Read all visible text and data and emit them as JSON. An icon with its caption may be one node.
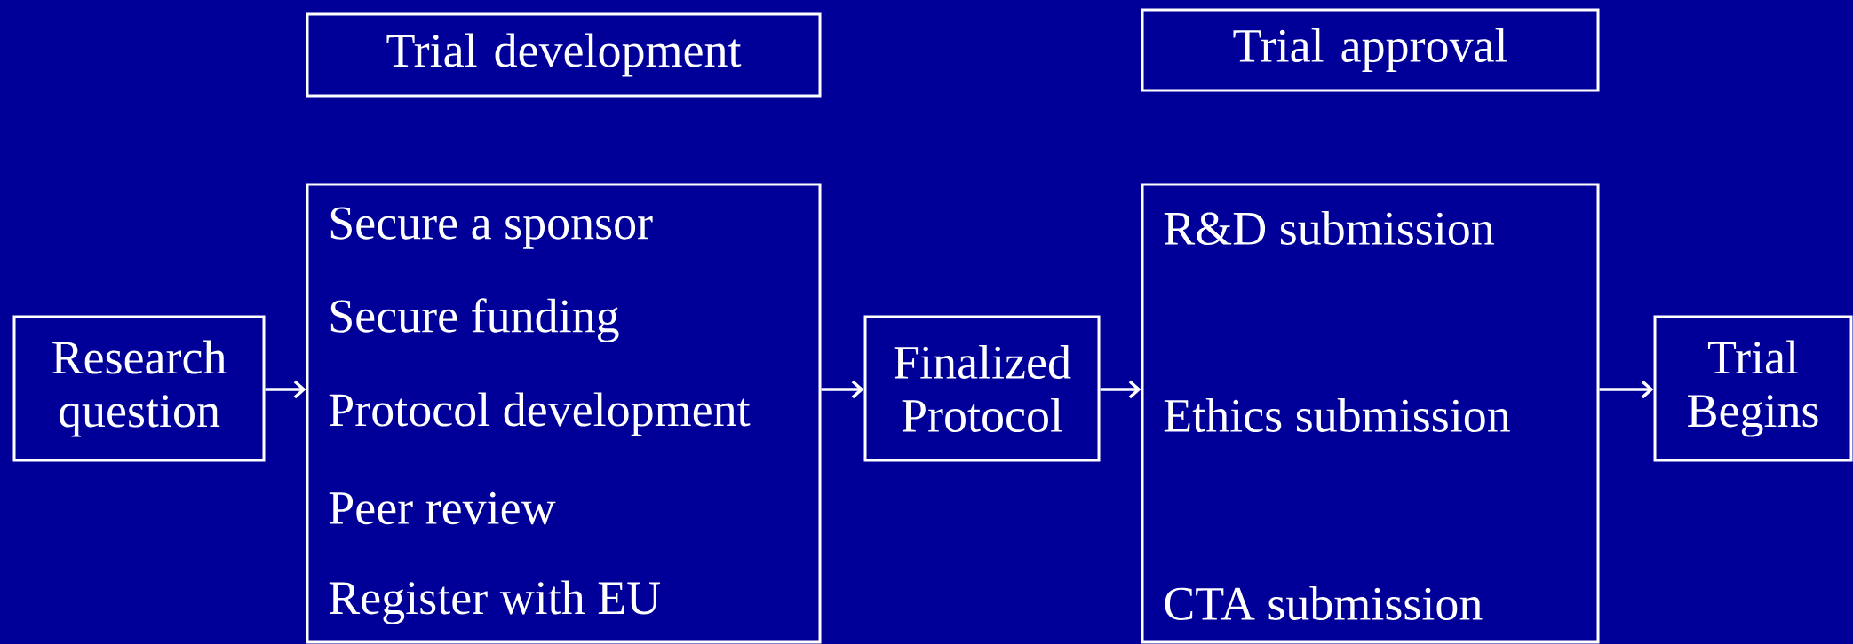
{
  "diagram": {
    "nodes": [
      {
        "text": [
          "Trial development"
        ]
      },
      {
        "text": [
          "Trial approval"
        ]
      },
      {
        "text": [
          "Research question"
        ]
      },
      {
        "text": [
          "Secure a sponsor",
          "Secure funding",
          "Protocol development",
          "Peer review",
          "Register with EU"
        ]
      },
      {
        "text": [
          "Finalized Protocol"
        ]
      },
      {
        "text": [
          "R&D submission",
          "Ethics submission",
          "CTA submission"
        ]
      },
      {
        "text": [
          "Trial Begins"
        ]
      }
    ],
    "edges": [
      {
        "from": 2,
        "to": 3,
        "arrow": "to"
      },
      {
        "from": 3,
        "to": 4,
        "arrow": "to"
      },
      {
        "from": 4,
        "to": 5,
        "arrow": "to"
      },
      {
        "from": 5,
        "to": 6,
        "arrow": "to"
      }
    ]
  }
}
